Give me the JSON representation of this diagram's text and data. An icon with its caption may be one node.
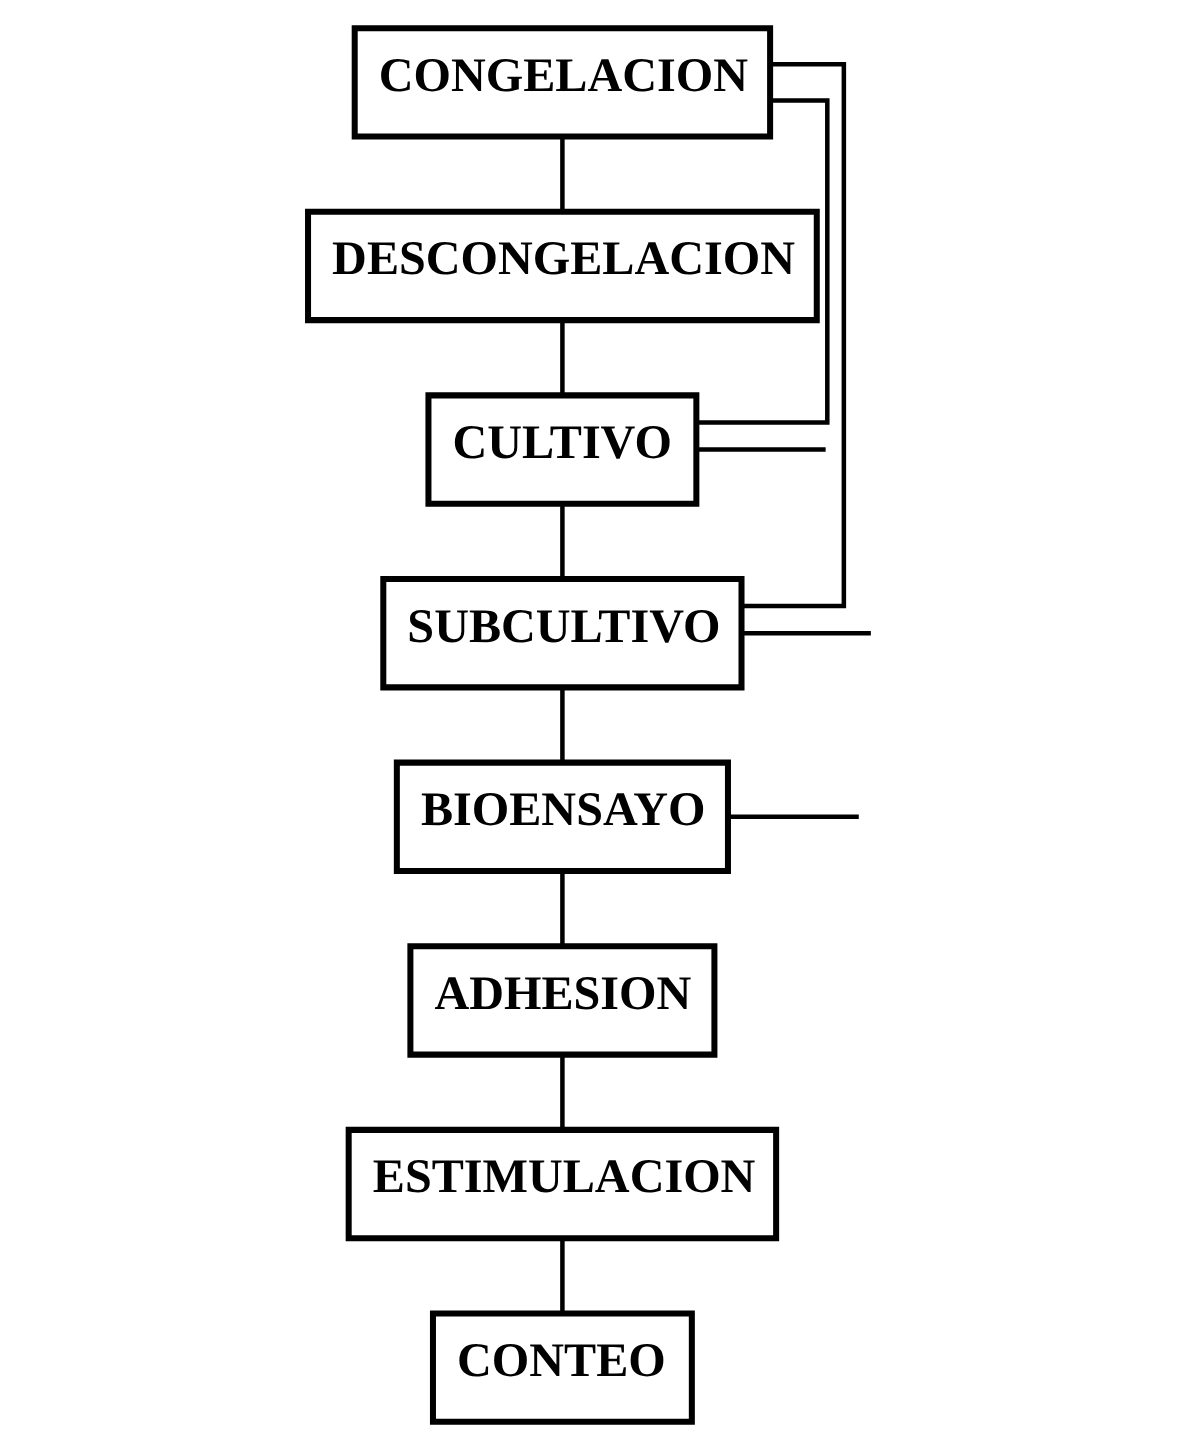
{
  "diagram": {
    "nodes": [
      {
        "text": [
          "CONGELACION"
        ]
      },
      {
        "text": [
          "DESCONGELACION"
        ]
      },
      {
        "text": [
          "CULTIVO"
        ]
      },
      {
        "text": [
          "SUBCULTIVO"
        ]
      },
      {
        "text": [
          "BIOENSAYO"
        ]
      },
      {
        "text": [
          "ADHESION"
        ]
      },
      {
        "text": [
          "ESTIMULACION"
        ]
      },
      {
        "text": [
          "CONTEO"
        ]
      }
    ],
    "edges": [
      {
        "from": 0,
        "to": 1,
        "arrow": "none"
      },
      {
        "from": 1,
        "to": 2,
        "arrow": "none"
      },
      {
        "from": 2,
        "to": 3,
        "arrow": "none"
      },
      {
        "from": 3,
        "to": 4,
        "arrow": "none"
      },
      {
        "from": 4,
        "to": 5,
        "arrow": "none"
      },
      {
        "from": 5,
        "to": 6,
        "arrow": "none"
      },
      {
        "from": 6,
        "to": 7,
        "arrow": "none"
      },
      {
        "from": 2,
        "to": 0,
        "arrow": "none"
      },
      {
        "from": 3,
        "to": 0,
        "arrow": "none"
      },
      {
        "from": 2,
        "to": null,
        "arrow": "none"
      },
      {
        "from": 3,
        "to": null,
        "arrow": "none"
      },
      {
        "from": 4,
        "to": null,
        "arrow": "none"
      }
    ]
  }
}
